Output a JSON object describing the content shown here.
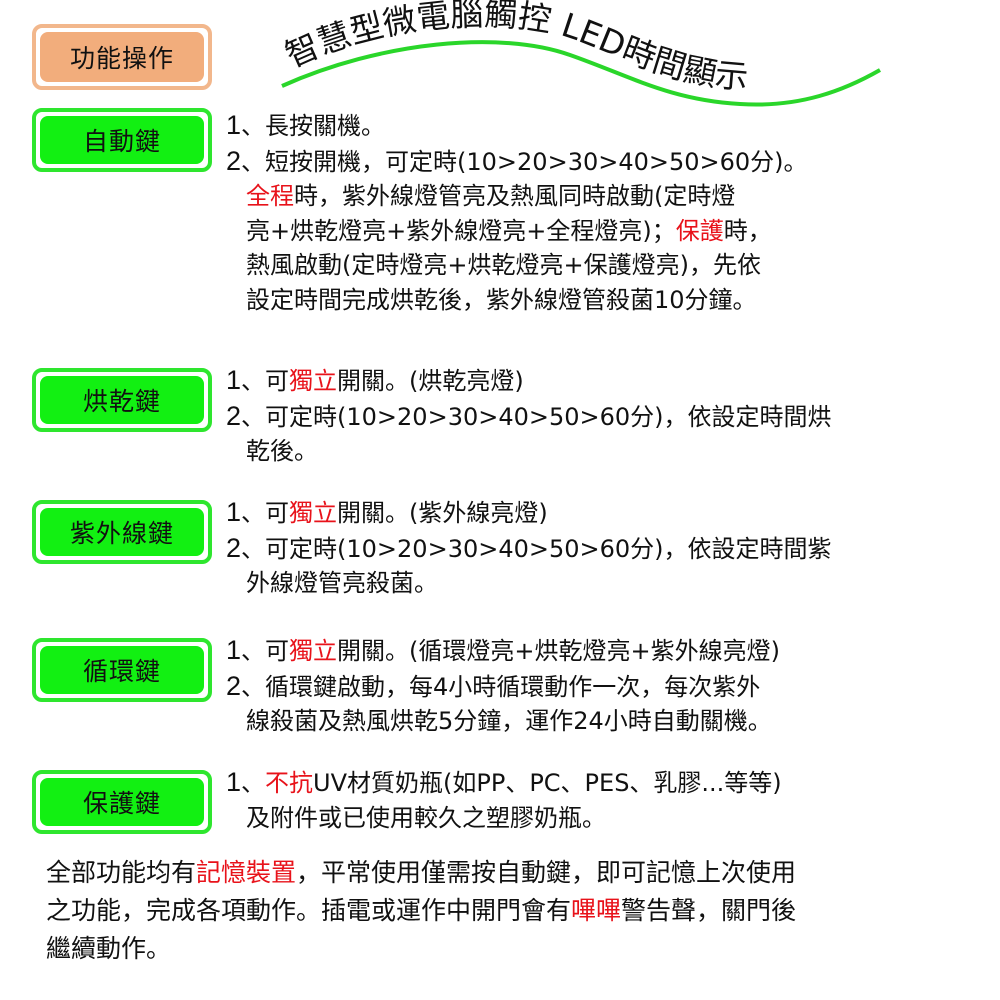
{
  "header": {
    "section_label": "功能操作",
    "title": "智慧型微電腦觸控 LED時間顯示"
  },
  "colors": {
    "accent_green": "#12f012",
    "accent_green_border": "#2ee62e",
    "accent_orange": "#f2ad7c",
    "highlight_red": "#e8121a",
    "curve_green": "#2ad62a"
  },
  "keys": [
    {
      "label": "自動鍵",
      "lines": [
        {
          "n": "1",
          "parts": [
            "、長按關機。"
          ]
        },
        {
          "n": "2",
          "parts": [
            "、短按開機，可定時(10>20>30>40>50>60分)。"
          ]
        },
        {
          "indent": true,
          "red1": "全程",
          "rest": "時，紫外線燈管亮及熱風同時啟動(定時燈"
        },
        {
          "indent": true,
          "text": "亮+烘乾燈亮+紫外線燈亮+全程燈亮)；",
          "red2": "保護",
          "tail": "時，"
        },
        {
          "indent": true,
          "text": "熱風啟動(定時燈亮+烘乾燈亮+保護燈亮)，先依"
        },
        {
          "indent": true,
          "text": "設定時間完成烘乾後，紫外線燈管殺菌10分鐘。"
        }
      ]
    },
    {
      "label": "烘乾鍵",
      "line1_pre": "、可",
      "line1_red": "獨立",
      "line1_post": "開關。(烘乾亮燈)",
      "line2": "、可定時(10>20>30>40>50>60分)，依設定時間烘",
      "line3": "乾後。"
    },
    {
      "label": "紫外線鍵",
      "line1_pre": "、可",
      "line1_red": "獨立",
      "line1_post": "開關。(紫外線亮燈)",
      "line2": "、可定時(10>20>30>40>50>60分)，依設定時間紫",
      "line3": "外線燈管亮殺菌。"
    },
    {
      "label": "循環鍵",
      "line1_pre": "、可",
      "line1_red": "獨立",
      "line1_post": "開關。(循環燈亮+烘乾燈亮+紫外線亮燈)",
      "line2": "、循環鍵啟動，每4小時循環動作一次，每次紫外",
      "line3": "線殺菌及熱風烘乾5分鐘，運作24小時自動關機。"
    },
    {
      "label": "保護鍵",
      "line1_pre": "、",
      "line1_red": "不抗",
      "line1_post": "UV材質奶瓶(如PP、PC、PES、乳膠...等等)",
      "line2": "及附件或已使用較久之塑膠奶瓶。"
    }
  ],
  "footer": {
    "l1_pre": "全部功能均有",
    "l1_red": "記憶裝置",
    "l1_post": "，平常使用僅需按自動鍵，即可記憶上次使用",
    "l2_pre": "之功能，完成各項動作。插電或運作中開門會有",
    "l2_red": "嗶嗶",
    "l2_post": "警告聲，關門後",
    "l3": "繼續動作。"
  }
}
